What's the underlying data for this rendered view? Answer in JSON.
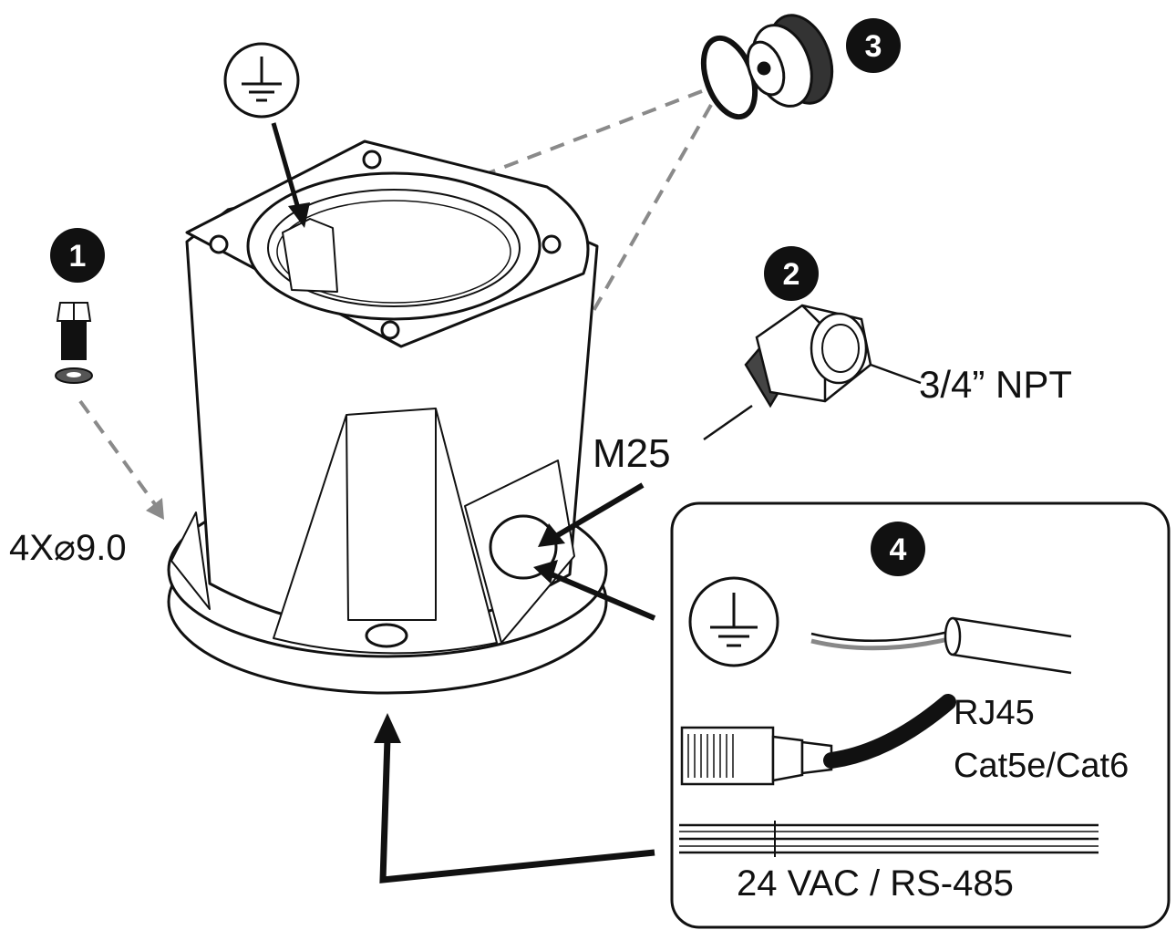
{
  "diagram": {
    "badges": [
      "1",
      "2",
      "3",
      "4"
    ],
    "labels": {
      "bolt_holes": "4X⌀9.0",
      "conduit_metric": "M25",
      "conduit_npt": "3/4” NPT",
      "rj45": "RJ45",
      "cable_type": "Cat5e/Cat6",
      "power": "24 VAC / RS-485"
    },
    "colors": {
      "line": "#111111",
      "dashed_guide": "#8a8a8a",
      "badge": "#111111",
      "background": "#ffffff"
    },
    "icons": [
      "ground-symbol-icon",
      "hex-bolt-icon",
      "washer-icon",
      "conduit-fitting-icon",
      "plug-with-o-ring-icon",
      "ground-wire-icon",
      "rj45-connector-icon",
      "multi-wire-cable-icon"
    ]
  }
}
